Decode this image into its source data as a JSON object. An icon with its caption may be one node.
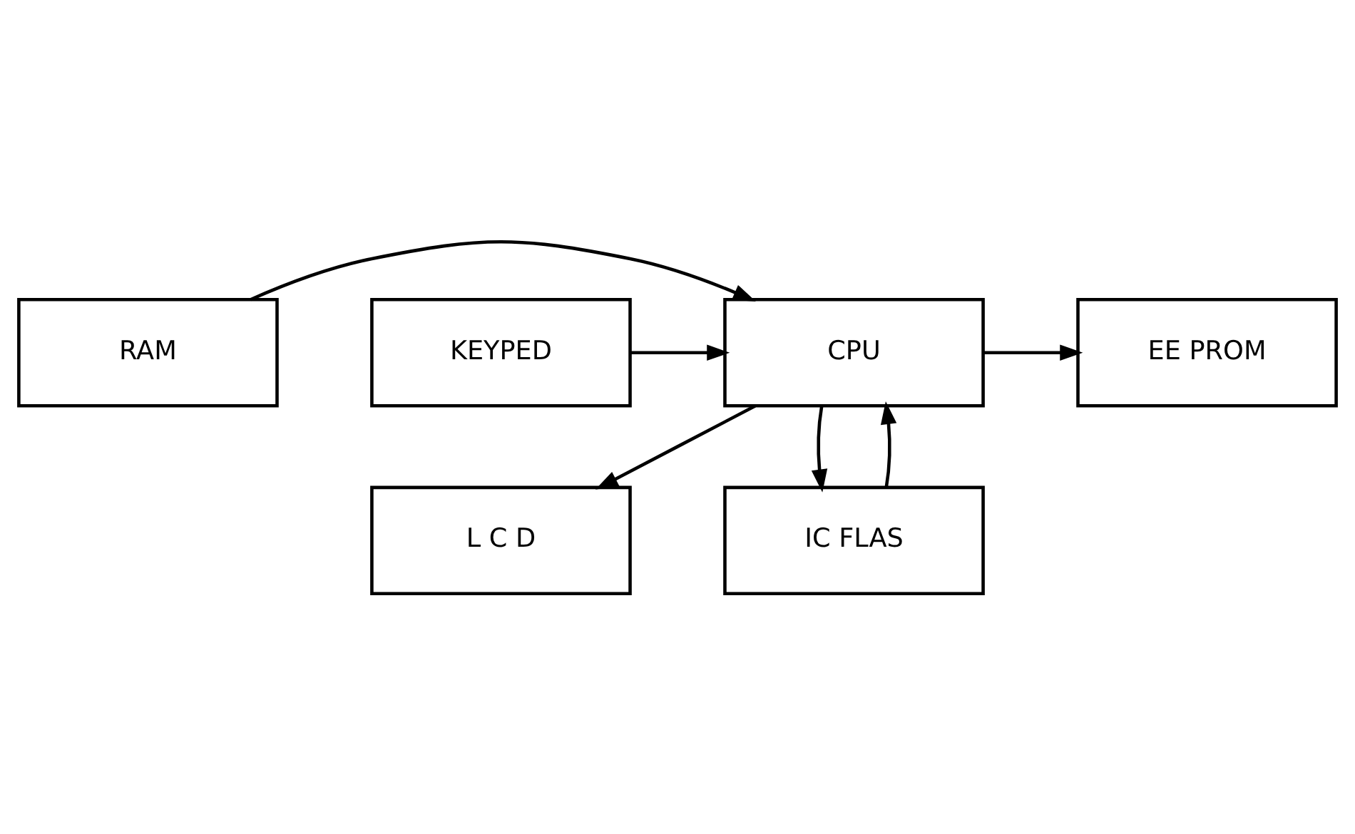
{
  "diagram": {
    "nodes": [
      {
        "text": [
          "L C D"
        ]
      },
      {
        "text": [
          "RAM"
        ]
      },
      {
        "text": [
          "CPU"
        ]
      },
      {
        "text": [
          "KEYPED"
        ]
      },
      {
        "text": [
          "EE PROM"
        ]
      },
      {
        "text": [
          "IC FLAS"
        ]
      }
    ],
    "edges": [
      {
        "from": 2,
        "to": 0,
        "arrow": "to"
      },
      {
        "from": 3,
        "to": 2,
        "arrow": "to"
      },
      {
        "from": 1,
        "to": 2,
        "arrow": "to"
      },
      {
        "from": 2,
        "to": 4,
        "arrow": "to"
      },
      {
        "from": 5,
        "to": 2,
        "arrow": "to"
      },
      {
        "from": 2,
        "to": 5,
        "arrow": "to"
      }
    ]
  }
}
